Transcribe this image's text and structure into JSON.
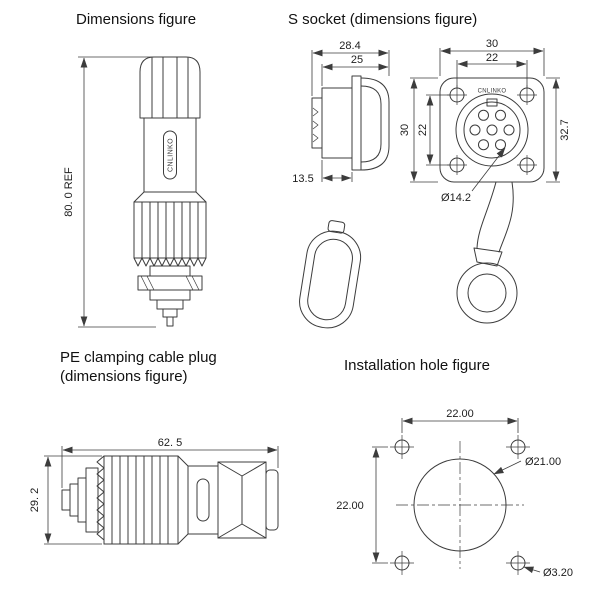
{
  "figure": {
    "background": "#ffffff",
    "line_color": "#3c3c3c"
  },
  "panels": {
    "plug": {
      "title": "Dimensions figure",
      "brand": "CNLINKO",
      "dims": {
        "overall_length": "80. 0 REF"
      }
    },
    "socket": {
      "title": "S socket (dimensions figure)",
      "brand": "CNLINKO",
      "dims": {
        "total_depth": "28.4",
        "body_depth": "25",
        "front_depth": "13.5",
        "flange_width_top": "30",
        "hole_spacing_top": "22",
        "flange_height_left": "30",
        "hole_spacing_left": "22",
        "diagonal": "32.7",
        "insert_diameter": "Ø14.2"
      }
    },
    "pe_plug": {
      "title_line1": "PE clamping cable plug",
      "title_line2": "(dimensions figure)",
      "dims": {
        "overall_length": "62. 5",
        "body_diameter": "29. 2"
      }
    },
    "install": {
      "title": "Installation hole figure",
      "dims": {
        "hole_spacing_h": "22.00",
        "hole_spacing_v": "22.00",
        "main_hole": "Ø21.00",
        "screw_hole": "Ø3.20"
      }
    }
  }
}
